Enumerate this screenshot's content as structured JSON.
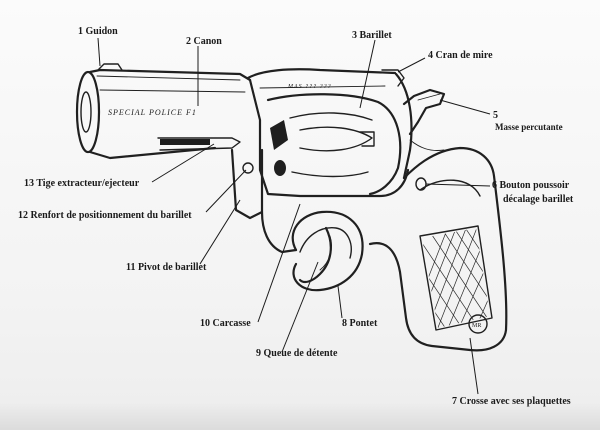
{
  "labels": {
    "guidon": "1 Guidon",
    "canon": "2 Canon",
    "barillet": "3 Barillet",
    "cran_de_mire": "4 Cran de mire",
    "masse_percutante": "Masse percutante",
    "masse_percutante_num": "5",
    "bouton_poussoir_l1": "6 Bouton poussoir",
    "bouton_poussoir_l2": "décalage barillet",
    "crosse": "7 Crosse avec ses plaquettes",
    "pontet": "8 Pontet",
    "queue_detente": "9 Queue de détente",
    "carcasse": "10 Carcasse",
    "pivot_barillet": "11 Pivot de barillet",
    "renfort": "12 Renfort de positionnement du barillet",
    "tige_extracteur": "13 Tige extracteur/ejecteur"
  },
  "engravings": {
    "barrel_text": "SPECIAL POLICE F1",
    "frame_text": "MAS  ???  ???"
  }
}
